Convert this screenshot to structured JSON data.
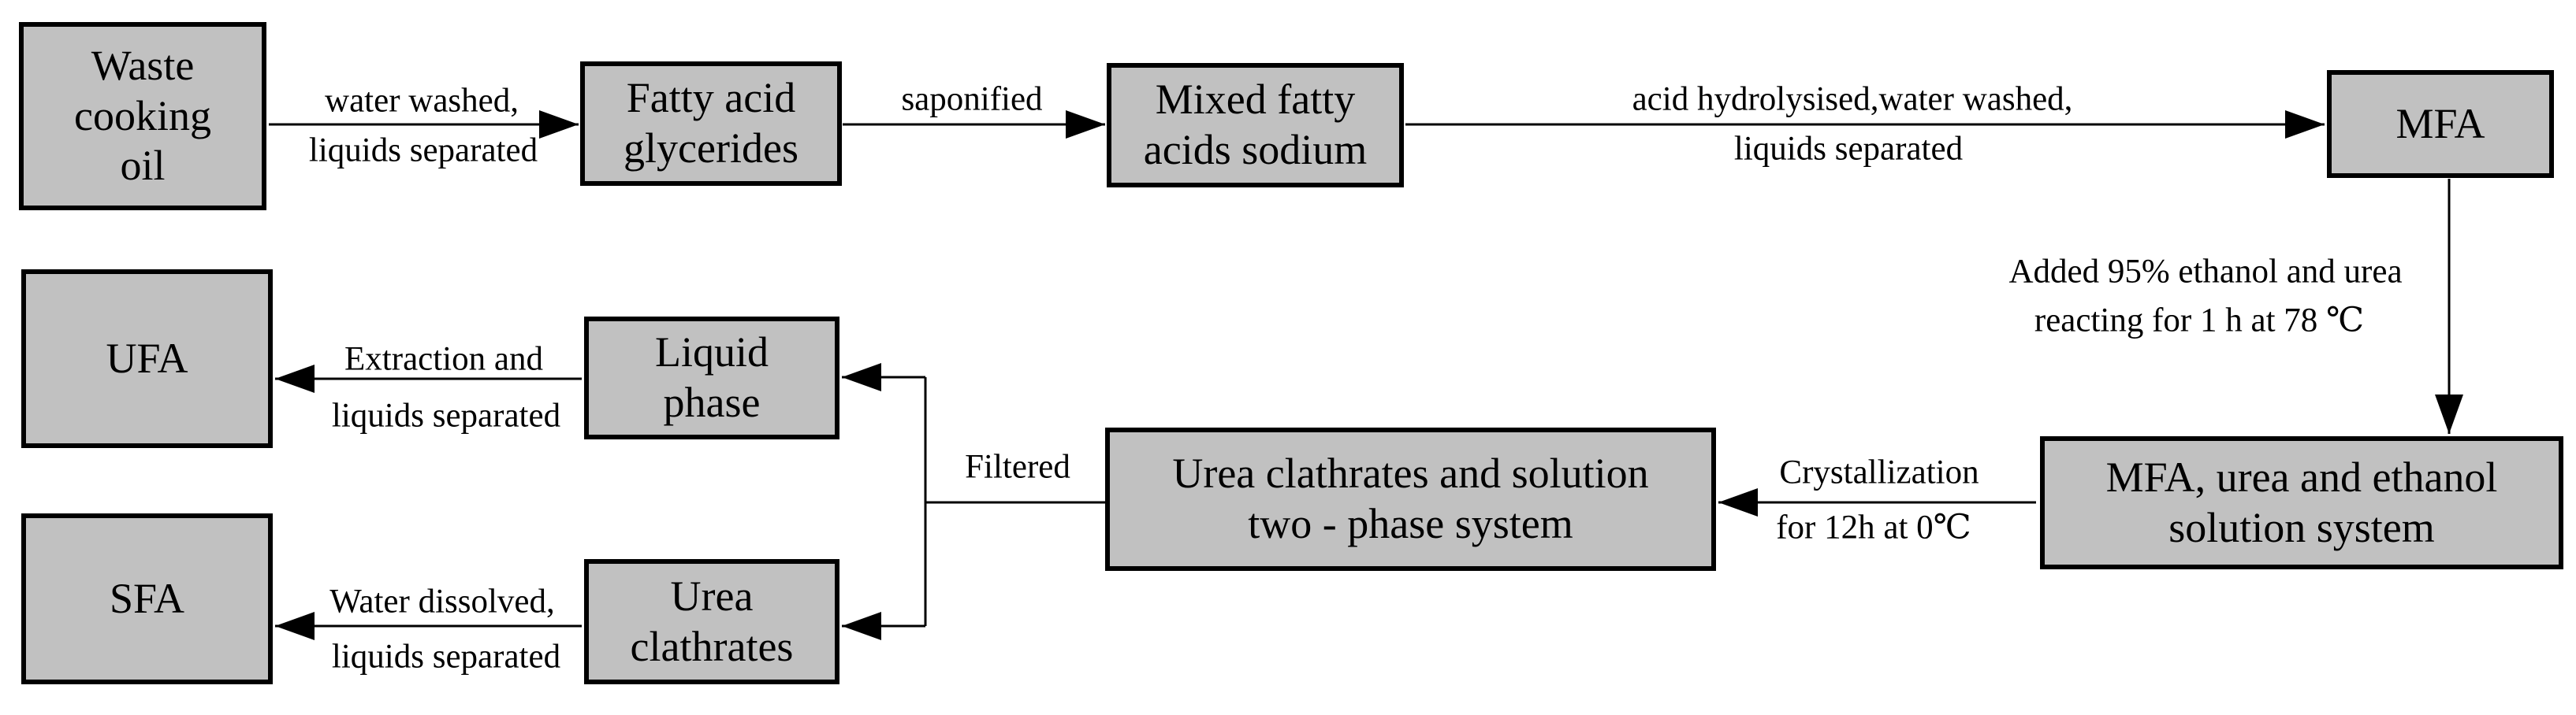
{
  "diagram": {
    "colors": {
      "node_fill": "#c1c1c1",
      "node_border": "#000000",
      "arrow": "#000000",
      "background": "#ffffff",
      "text": "#000000"
    },
    "nodes": {
      "waste": {
        "lines": [
          "Waste",
          "cooking",
          "oil"
        ]
      },
      "glycerides": {
        "lines": [
          "Fatty acid",
          "glycerides"
        ]
      },
      "sodium": {
        "lines": [
          "Mixed fatty",
          "acids sodium"
        ]
      },
      "mfa": {
        "lines": [
          "MFA"
        ]
      },
      "solution": {
        "lines": [
          "MFA, urea and ethanol",
          "solution system"
        ]
      },
      "twophase": {
        "lines": [
          "Urea clathrates and solution",
          "two - phase system"
        ]
      },
      "liquid": {
        "lines": [
          "Liquid",
          "phase"
        ]
      },
      "clathrates": {
        "lines": [
          "Urea",
          "clathrates"
        ]
      },
      "ufa": {
        "lines": [
          "UFA"
        ]
      },
      "sfa": {
        "lines": [
          "SFA"
        ]
      }
    },
    "edges": {
      "wash": {
        "lines": [
          "water washed,",
          "liquids separated"
        ]
      },
      "saponified": {
        "lines": [
          "saponified"
        ]
      },
      "hydrolysis": {
        "lines": [
          "acid hydrolysised,water washed,",
          "liquids separated"
        ]
      },
      "ethanol": {
        "lines": [
          "Added 95% ethanol and urea",
          "reacting for 1 h at 78 ℃"
        ]
      },
      "crystallization": {
        "lines": [
          "Crystallization",
          "for 12h at 0℃"
        ]
      },
      "filtered": {
        "lines": [
          "Filtered"
        ]
      },
      "extraction": {
        "lines": [
          "Extraction and",
          "liquids separated"
        ]
      },
      "dissolved": {
        "lines": [
          "Water dissolved,",
          "liquids separated"
        ]
      }
    }
  }
}
